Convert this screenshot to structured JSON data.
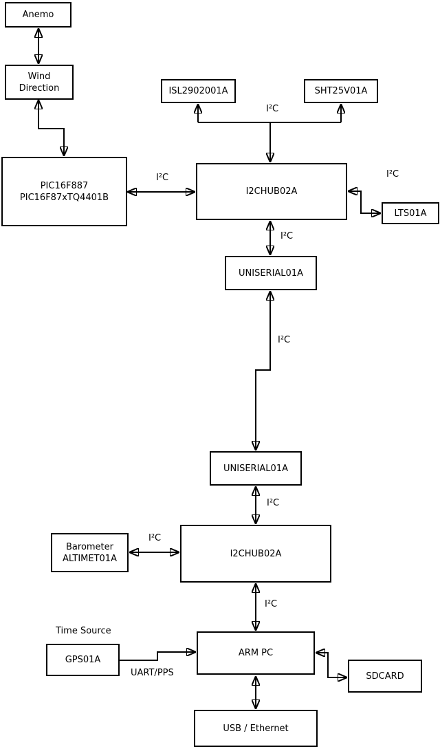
{
  "nodes": {
    "anemo": {
      "label": "Anemo"
    },
    "wind_direction": {
      "line1": "Wind",
      "line2": "Direction"
    },
    "pic": {
      "line1": "PIC16F887",
      "line2": "PIC16F87xTQ4401B"
    },
    "isl": {
      "label": "ISL2902001A"
    },
    "sht": {
      "label": "SHT25V01A"
    },
    "hub1": {
      "label": "I2CHUB02A"
    },
    "lts": {
      "label": "LTS01A"
    },
    "uniserial_top": {
      "label": "UNISERIAL01A"
    },
    "uniserial_bottom": {
      "label": "UNISERIAL01A"
    },
    "hub2": {
      "label": "I2CHUB02A"
    },
    "barometer": {
      "line1": "Barometer",
      "line2": "ALTIMET01A"
    },
    "gps": {
      "label": "GPS01A"
    },
    "arm_pc": {
      "label": "ARM PC"
    },
    "sdcard": {
      "label": "SDCARD"
    },
    "usb_ethernet": {
      "label": "USB / Ethernet"
    }
  },
  "labels": {
    "i2c": "I²C",
    "time_source": "Time Source",
    "uart_pps": "UART/PPS"
  },
  "edges": [
    {
      "from": "anemo",
      "to": "wind_direction",
      "arrows": "both",
      "label": ""
    },
    {
      "from": "wind_direction",
      "to": "pic",
      "arrows": "both",
      "label": ""
    },
    {
      "from": "pic",
      "to": "hub1",
      "arrows": "both",
      "label": "I²C"
    },
    {
      "from": "hub1",
      "to": "isl",
      "arrows": "both-ends-bus",
      "label": "I²C"
    },
    {
      "from": "hub1",
      "to": "sht",
      "arrows": "both-ends-bus",
      "label": "I²C"
    },
    {
      "from": "hub1",
      "to": "lts",
      "arrows": "both-ends",
      "label": "I²C"
    },
    {
      "from": "hub1",
      "to": "uniserial_top",
      "arrows": "both",
      "label": "I²C"
    },
    {
      "from": "uniserial_top",
      "to": "uniserial_bottom",
      "arrows": "both",
      "label": "I²C"
    },
    {
      "from": "uniserial_bottom",
      "to": "hub2",
      "arrows": "both",
      "label": "I²C"
    },
    {
      "from": "barometer",
      "to": "hub2",
      "arrows": "both",
      "label": "I²C"
    },
    {
      "from": "hub2",
      "to": "arm_pc",
      "arrows": "both",
      "label": "I²C"
    },
    {
      "from": "gps",
      "to": "arm_pc",
      "arrows": "to",
      "label": "UART/PPS"
    },
    {
      "from": "arm_pc",
      "to": "sdcard",
      "arrows": "both-ends",
      "label": ""
    },
    {
      "from": "arm_pc",
      "to": "usb_ethernet",
      "arrows": "both",
      "label": ""
    }
  ],
  "colors": {
    "line": "#000000",
    "background": "#ffffff"
  }
}
